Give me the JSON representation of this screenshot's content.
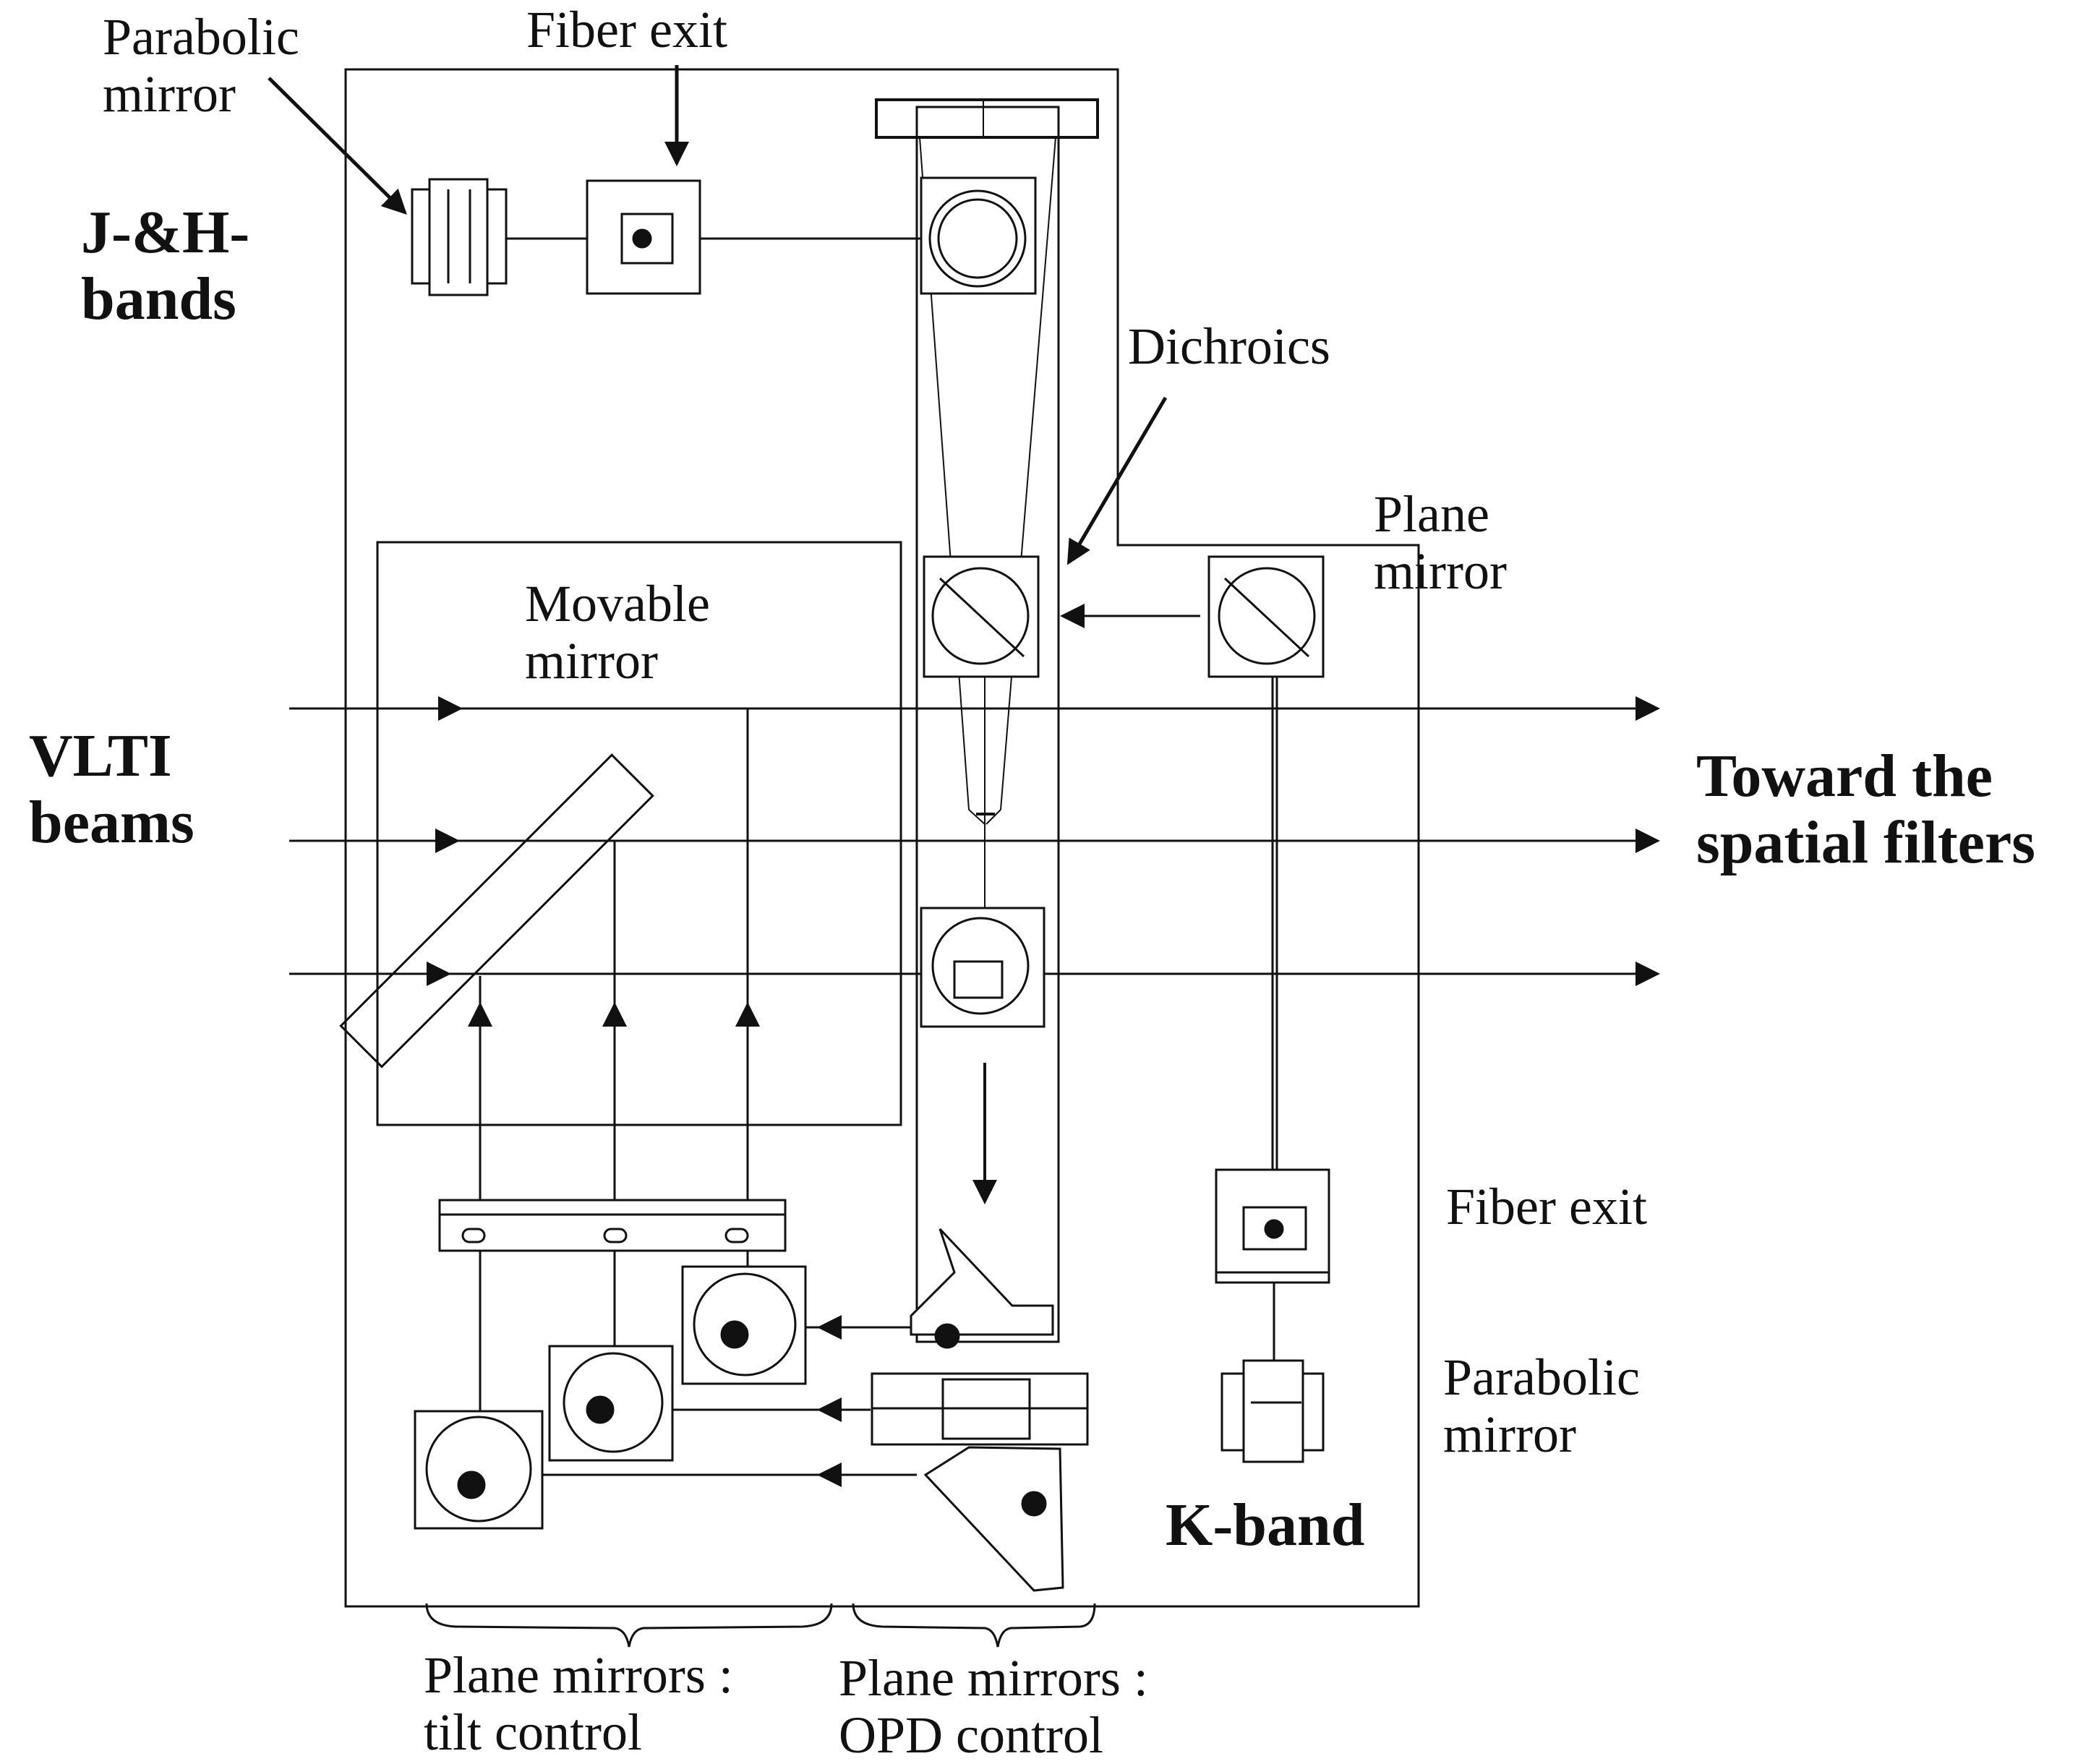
{
  "labels": {
    "parabolic_mirror_top": "Parabolic mirror",
    "fiber_exit_top": "Fiber exit",
    "jh_bands": "J-&H- bands",
    "dichroics": "Dichroics",
    "plane_mirror": "Plane mirror",
    "movable_mirror": "Movable mirror",
    "vlti_beams": "VLTI beams",
    "toward_spatial_filters": "Toward the spatial filters",
    "fiber_exit_right": "Fiber exit",
    "parabolic_mirror_right": "Parabolic mirror",
    "k_band": "K-band",
    "plane_mirrors_tilt": "Plane mirrors : tilt control",
    "plane_mirrors_opd": "Plane mirrors : OPD control"
  },
  "colors": {
    "ink": "#111111",
    "background": "#ffffff"
  }
}
